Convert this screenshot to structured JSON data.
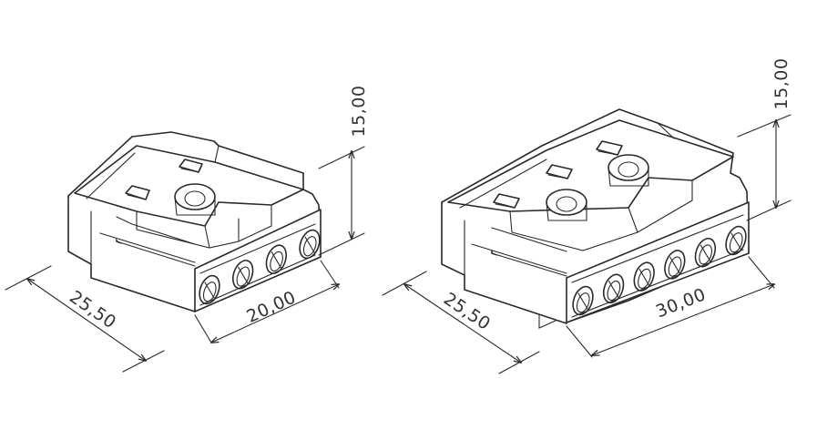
{
  "colors": {
    "line": "#2a2a2a",
    "background": "#ffffff"
  },
  "connectors": [
    {
      "id": "small",
      "dimensions": {
        "depth": "25,50",
        "width": "20,00",
        "height": "15,00"
      },
      "ports": 4
    },
    {
      "id": "large",
      "dimensions": {
        "depth": "25,50",
        "width": "30,00",
        "height": "15,00"
      },
      "ports": 6
    }
  ]
}
